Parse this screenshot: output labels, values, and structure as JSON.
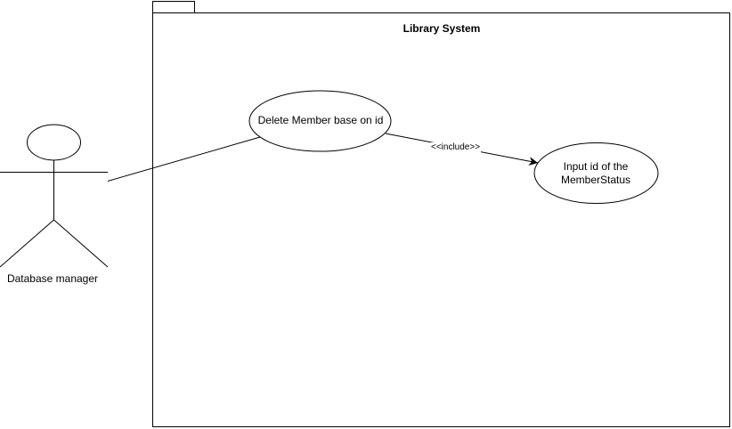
{
  "diagram": {
    "system_name": "Library System",
    "actor": {
      "name": "Database manager"
    },
    "use_cases": [
      {
        "id": "delete-member",
        "label": "Delete Member base on id"
      },
      {
        "id": "input-id",
        "label": "Input id of the MemberStatus"
      }
    ],
    "relationships": [
      {
        "type": "association",
        "from": "Database manager",
        "to": "Delete Member base on id"
      },
      {
        "type": "include",
        "label": "<<include>>",
        "from": "Delete Member base on id",
        "to": "Input id of the MemberStatus"
      }
    ]
  }
}
